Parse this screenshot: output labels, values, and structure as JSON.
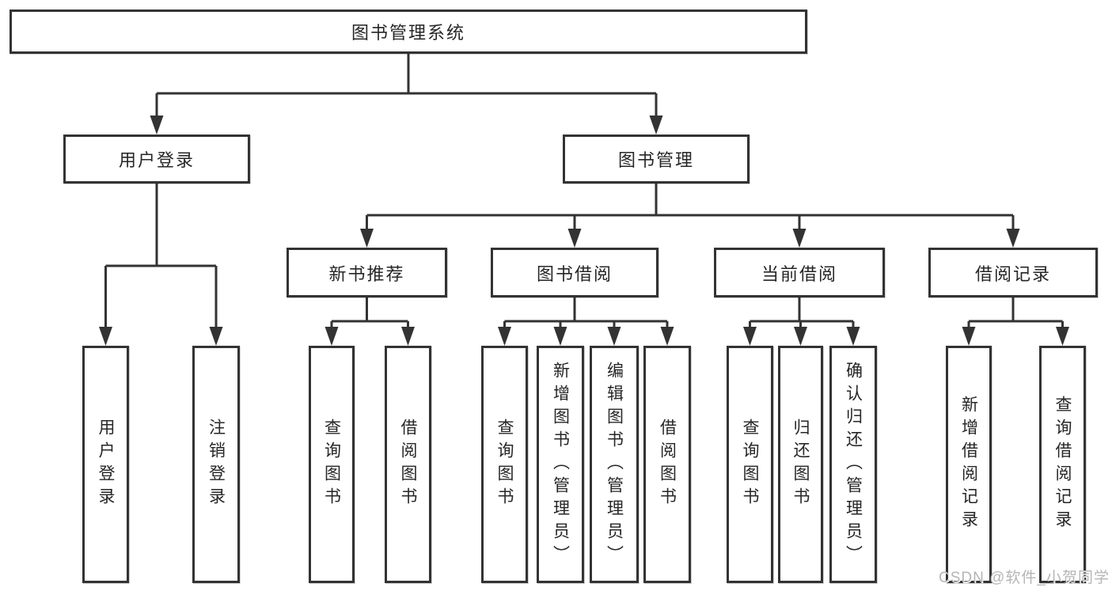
{
  "diagram": {
    "root": "图书管理系统",
    "level2": {
      "user_login": "用户登录",
      "book_mgmt": "图书管理"
    },
    "level3": {
      "new_books": "新书推荐",
      "borrow": "图书借阅",
      "current": "当前借阅",
      "records": "借阅记录"
    },
    "leaves": {
      "user_login": {
        "login": "用户登录",
        "logout": "注销登录"
      },
      "new_books": {
        "query": "查询图书",
        "borrow": "借阅图书"
      },
      "borrow": {
        "query": "查询图书",
        "add": "新增图书（管理员）",
        "edit": "编辑图书（管理员）",
        "borrow": "借阅图书"
      },
      "current": {
        "query": "查询图书",
        "return": "归还图书",
        "confirm": "确认归还（管理员）"
      },
      "records": {
        "add": "新增借阅记录",
        "query": "查询借阅记录"
      }
    }
  },
  "watermark": "CSDN @软件_小贺同学",
  "colors": {
    "line": "#333333",
    "text": "#262626",
    "watermark": "#b5b5b5",
    "background": "#ffffff"
  }
}
